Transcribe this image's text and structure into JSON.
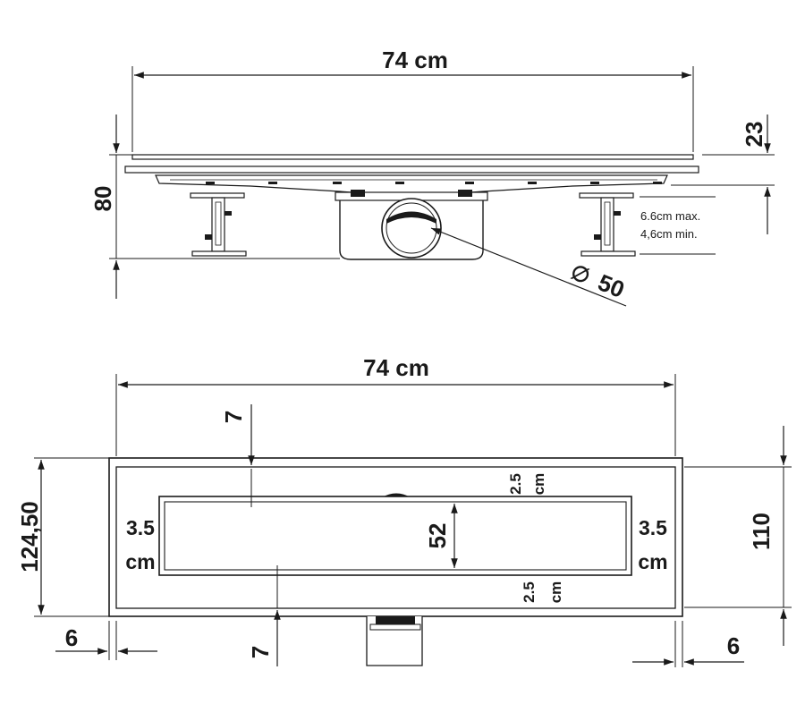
{
  "side_view": {
    "width_label": "74 cm",
    "height_label": "80",
    "top_offset_label": "23",
    "adjust_max": "6.6cm max.",
    "adjust_min": "4,6cm min.",
    "outlet_symbol": "∅",
    "outlet_label": "50"
  },
  "top_view": {
    "width_label": "74 cm",
    "total_height_label": "124,50",
    "inner_height_label": "110",
    "top_gap_label": "7",
    "bottom_gap_label": "7",
    "left_margin_label": "3.5",
    "left_margin_unit": "cm",
    "right_margin_label": "3.5",
    "right_margin_unit": "cm",
    "grate_height_label": "52",
    "top_inner_gap_label": "2.5",
    "top_inner_gap_unit": "cm",
    "bottom_inner_gap_label": "2.5",
    "bottom_inner_gap_unit": "cm",
    "left_flange_label": "6",
    "right_flange_label": "6"
  },
  "colors": {
    "line": "#1a1a1a",
    "background": "#ffffff"
  }
}
